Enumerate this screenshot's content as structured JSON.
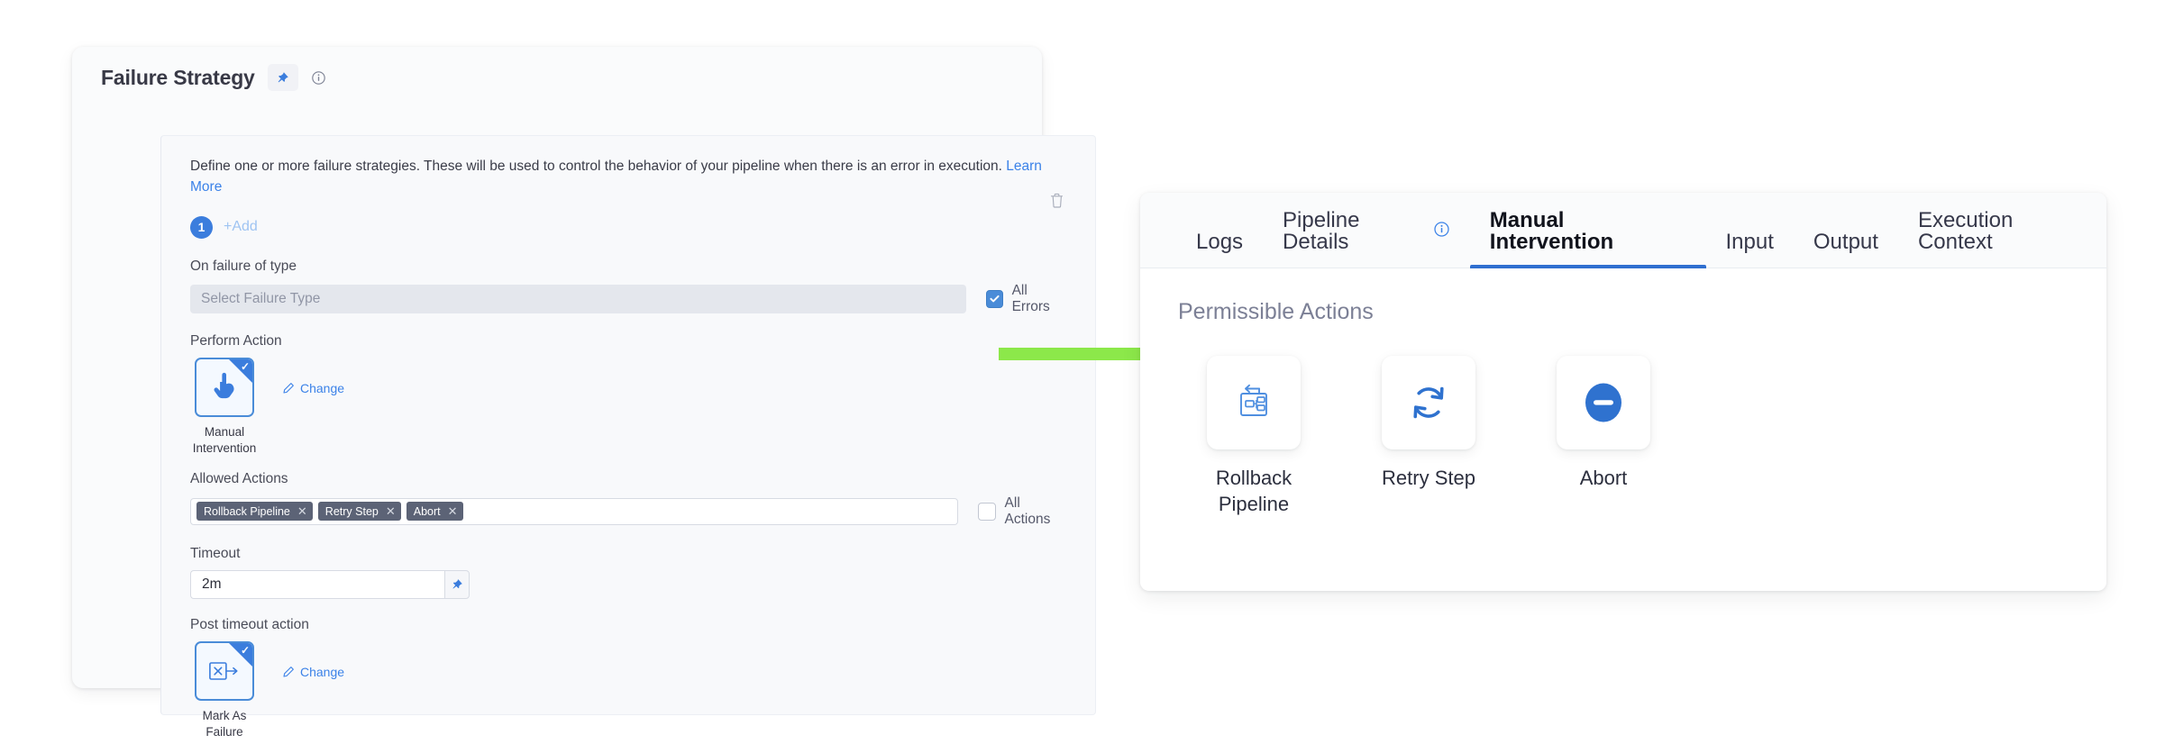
{
  "failure_strategy": {
    "title": "Failure Strategy",
    "pin_icon": "pin-icon",
    "info_icon": "info-icon",
    "description": "Define one or more failure strategies. These will be used to control the behavior of your pipeline when there is an error in execution.",
    "learn_more": "Learn More",
    "strategy_index": "1",
    "add_label": "+Add",
    "delete_icon": "trash-icon",
    "on_failure_label": "On failure of type",
    "failure_type_placeholder": "Select Failure Type",
    "failure_type_value": "",
    "all_errors_label": "All Errors",
    "all_errors_checked": true,
    "perform_action_label": "Perform Action",
    "perform_action_name": "Manual Intervention",
    "perform_action_icon": "pointing-hand-icon",
    "change_label": "Change",
    "allowed_actions_label": "Allowed Actions",
    "allowed_actions": [
      "Rollback Pipeline",
      "Retry Step",
      "Abort"
    ],
    "all_actions_label": "All Actions",
    "all_actions_checked": false,
    "timeout_label": "Timeout",
    "timeout_value": "2m",
    "timeout_pin_icon": "pin-icon",
    "post_timeout_label": "Post timeout action",
    "post_timeout_action_name": "Mark As Failure",
    "post_timeout_icon": "mark-as-failure-icon",
    "post_change_label": "Change"
  },
  "details_panel": {
    "tabs": [
      {
        "label": "Logs",
        "active": false,
        "has_info": false
      },
      {
        "label": "Pipeline Details",
        "active": false,
        "has_info": true
      },
      {
        "label": "Manual Intervention",
        "active": true,
        "has_info": false
      },
      {
        "label": "Input",
        "active": false,
        "has_info": false
      },
      {
        "label": "Output",
        "active": false,
        "has_info": false
      },
      {
        "label": "Execution Context",
        "active": false,
        "has_info": false
      }
    ],
    "section_title": "Permissible Actions",
    "actions": [
      {
        "label": "Rollback Pipeline",
        "icon": "rollback-pipeline-icon"
      },
      {
        "label": "Retry Step",
        "icon": "retry-icon"
      },
      {
        "label": "Abort",
        "icon": "abort-icon"
      }
    ]
  },
  "annotation": {
    "arrow_color": "#8ce84a",
    "arrow_icon": "green-arrow-right"
  },
  "colors": {
    "accent_blue": "#3b7ddd",
    "link_blue": "#3b82e8",
    "tag_gray": "#5c6376",
    "tab_underline": "#2f6fd0"
  }
}
